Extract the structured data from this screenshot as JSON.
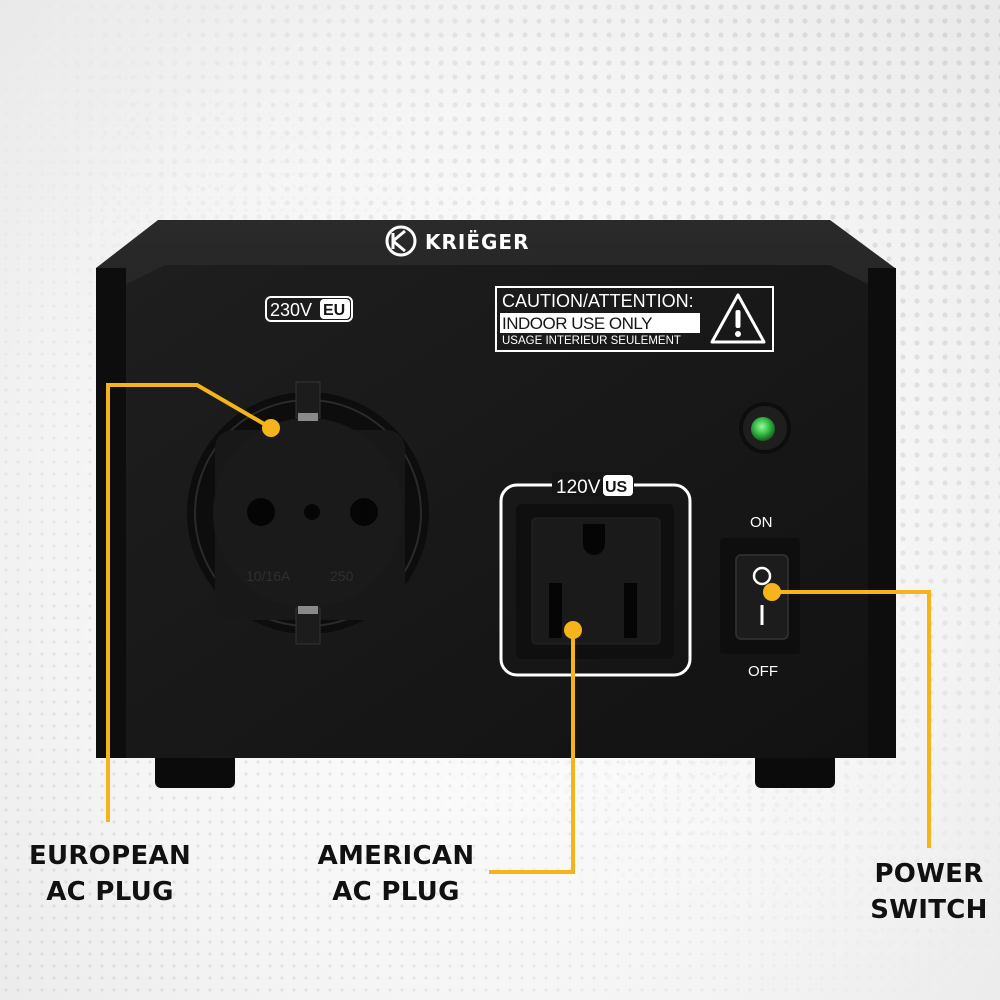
{
  "brand": {
    "name": "KRIËGER"
  },
  "eu_socket": {
    "voltage": "230V",
    "region": "EU",
    "rating_left": "10/16A",
    "rating_right": "250"
  },
  "caution": {
    "title": "CAUTION/ATTENTION:",
    "line1": "INDOOR USE ONLY",
    "line2": "USAGE INTERIEUR SEULEMENT"
  },
  "us_socket": {
    "voltage": "120V",
    "region": "US"
  },
  "switch": {
    "on_label": "ON",
    "off_label": "OFF"
  },
  "callouts": {
    "european": {
      "line1": "EUROPEAN",
      "line2": "AC PLUG"
    },
    "american": {
      "line1": "AMERICAN",
      "line2": "AC PLUG"
    },
    "power": {
      "line1": "POWER",
      "line2": "SWITCH"
    }
  },
  "colors": {
    "accent": "#f5b41c",
    "body": "#151515",
    "indicator": "#39c24a",
    "background": "#f3f3f3"
  }
}
